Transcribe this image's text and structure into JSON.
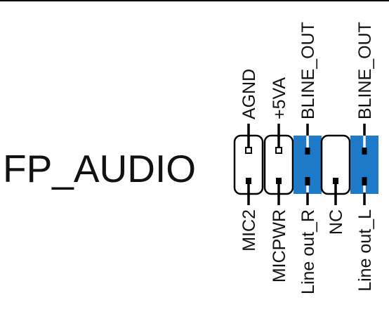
{
  "header": {
    "title": "FP_AUDIO"
  },
  "header_pins": [
    {
      "top_label": "AGND",
      "bottom_label": "MIC2",
      "top_pin": true,
      "bottom_pin": true,
      "highlight": false,
      "group": "a"
    },
    {
      "top_label": "+5VA",
      "bottom_label": "MICPWR",
      "top_pin": true,
      "bottom_pin": true,
      "highlight": false,
      "group": "a"
    },
    {
      "top_label": "BLINE_OUT",
      "bottom_label": "Line out_R",
      "top_pin": true,
      "bottom_pin": true,
      "highlight": true,
      "group": "b"
    },
    {
      "top_label": "",
      "bottom_label": "NC",
      "top_pin": false,
      "bottom_pin": true,
      "highlight": false,
      "group": "c"
    },
    {
      "top_label": "BLINE_OUT",
      "bottom_label": "Line out_L",
      "top_pin": true,
      "bottom_pin": true,
      "highlight": true,
      "group": "d"
    }
  ],
  "colors": {
    "highlight": "#1f7ac8",
    "outline": "#000000",
    "text": "#111111"
  }
}
